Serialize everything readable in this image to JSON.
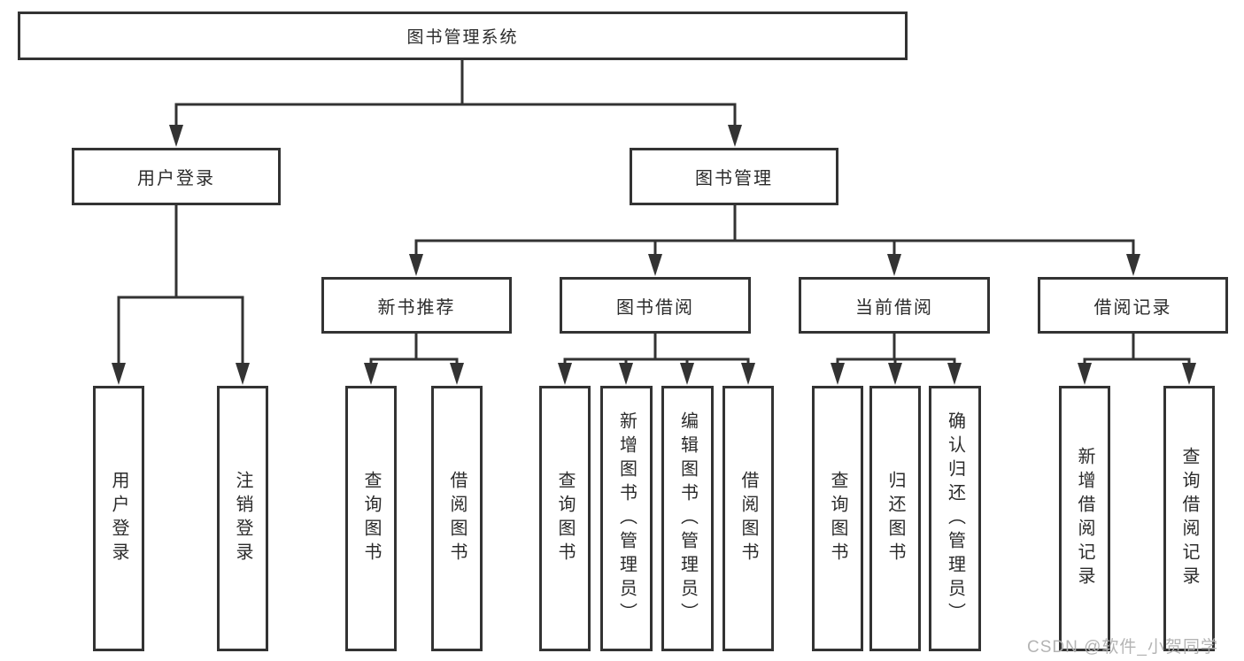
{
  "title": "图书管理系统",
  "tree": {
    "root": {
      "label": "图书管理系统"
    },
    "children": [
      {
        "label": "用户登录",
        "children": [
          {
            "label": "用户登录"
          },
          {
            "label": "注销登录"
          }
        ]
      },
      {
        "label": "图书管理",
        "children": [
          {
            "label": "新书推荐",
            "children": [
              {
                "label": "查询图书"
              },
              {
                "label": "借阅图书"
              }
            ]
          },
          {
            "label": "图书借阅",
            "children": [
              {
                "label": "查询图书"
              },
              {
                "label": "新增图书（管理员）"
              },
              {
                "label": "编辑图书（管理员）"
              },
              {
                "label": "借阅图书"
              }
            ]
          },
          {
            "label": "当前借阅",
            "children": [
              {
                "label": "查询图书"
              },
              {
                "label": "归还图书"
              },
              {
                "label": "确认归还（管理员）"
              }
            ]
          },
          {
            "label": "借阅记录",
            "children": [
              {
                "label": "新增借阅记录"
              },
              {
                "label": "查询借阅记录"
              }
            ]
          }
        ]
      }
    ]
  },
  "watermark": {
    "text": "CSDN @软件_小贺同学"
  },
  "colors": {
    "stroke": "#333333",
    "text": "#2b2b2b",
    "box_fill": "#ffffff",
    "background": "#ffffff",
    "watermark": "#b0b0b0"
  }
}
